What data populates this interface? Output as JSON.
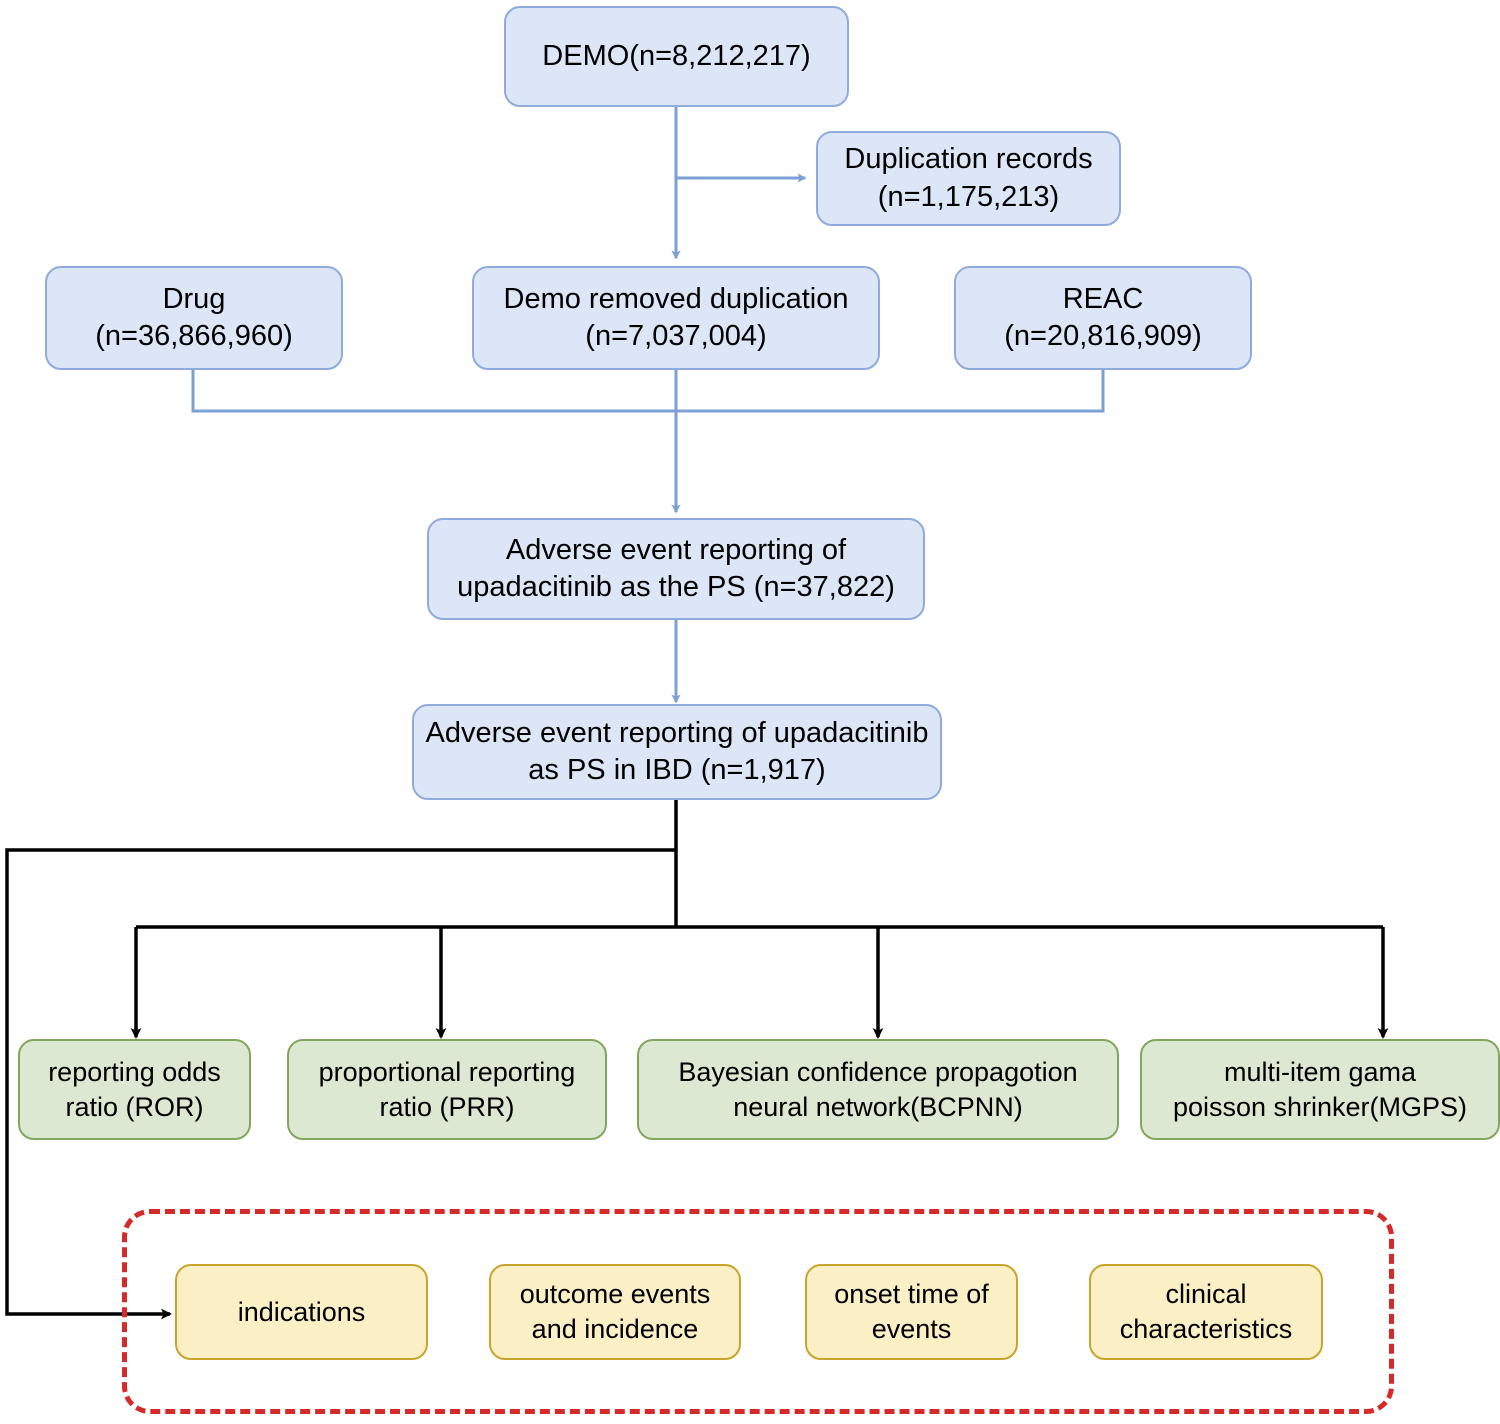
{
  "diagram": {
    "title": "Upadacitinib FAERS adverse event analysis flowchart",
    "colors": {
      "blue_fill": "#dce6f7",
      "blue_border": "#8faadc",
      "green_fill": "#dde8d2",
      "green_border": "#81a75c",
      "yellow_fill": "#fbefc6",
      "yellow_border": "#c9a42a",
      "dashed_group_border": "#d42a2a",
      "blue_arrow": "#7d9fd3",
      "black_arrow": "#000000"
    },
    "source_nodes": [
      {
        "id": "demo",
        "label": "DEMO(n=8,212,217)"
      },
      {
        "id": "duplication",
        "label": "Duplication records\n(n=1,175,213)"
      },
      {
        "id": "drug",
        "label": "Drug\n(n=36,866,960)"
      },
      {
        "id": "demo_dedup",
        "label": "Demo removed duplication\n(n=7,037,004)"
      },
      {
        "id": "reac",
        "label": "REAC\n(n=20,816,909)"
      }
    ],
    "filter_nodes": [
      {
        "id": "ae_ps",
        "label": "Adverse event reporting of\nupadacitinib as the PS (n=37,822)"
      },
      {
        "id": "ae_ibd",
        "label": "Adverse event reporting of upadacitinib\nas PS in IBD (n=1,917)"
      }
    ],
    "method_nodes": [
      {
        "id": "ror",
        "label": "reporting odds\nratio (ROR)"
      },
      {
        "id": "prr",
        "label": "proportional reporting\nratio (PRR)"
      },
      {
        "id": "bcpnn",
        "label": "Bayesian confidence propagotion\nneural network(BCPNN)"
      },
      {
        "id": "mgps",
        "label": "multi-item gama\npoisson shrinker(MGPS)"
      }
    ],
    "analysis_nodes": [
      {
        "id": "indications",
        "label": "indications"
      },
      {
        "id": "outcome",
        "label": "outcome events\nand incidence"
      },
      {
        "id": "onset",
        "label": "onset time of\nevents"
      },
      {
        "id": "clinical",
        "label": "clinical\ncharacteristics"
      }
    ]
  }
}
